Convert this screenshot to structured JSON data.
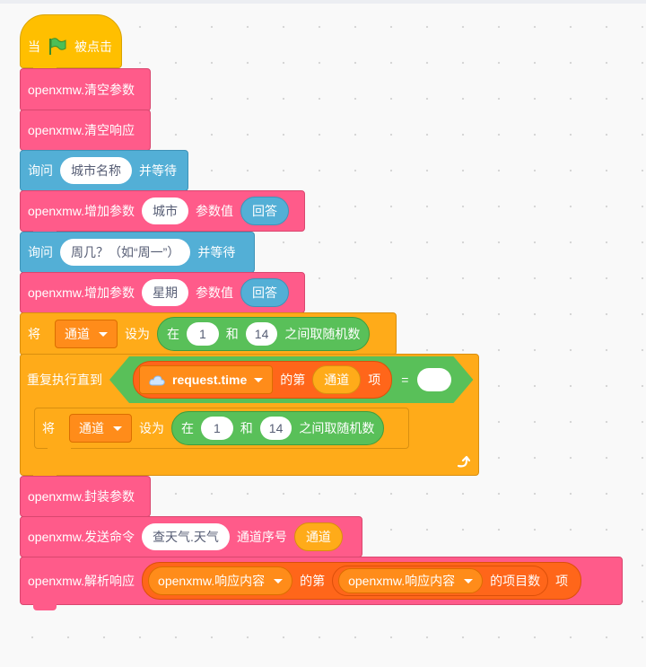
{
  "hat": {
    "label_when": "当",
    "label_clicked": "被点击"
  },
  "blocks": {
    "clear_params": "openxmw.清空参数",
    "clear_response": "openxmw.清空响应",
    "ask1": {
      "label": "询问",
      "input": "城市名称",
      "wait": "并等待"
    },
    "add_param1": {
      "label": "openxmw.增加参数",
      "key": "城市",
      "value_label": "参数值",
      "value": "回答"
    },
    "ask2": {
      "label": "询问",
      "input": "周几？（如“周一”）",
      "wait": "并等待"
    },
    "add_param2": {
      "label": "openxmw.增加参数",
      "key": "星期",
      "value_label": "参数值",
      "value": "回答"
    },
    "set1": {
      "label": "将",
      "var": "通道",
      "set_to": "设为",
      "rand_in": "在",
      "from": "1",
      "and": "和",
      "to": "14",
      "rand_suffix": "之间取随机数"
    },
    "repeat": {
      "label": "重复执行直到",
      "source": "request.time",
      "nth": "的第",
      "index": "通道",
      "item": "项",
      "equals": "="
    },
    "set2": {
      "label": "将",
      "var": "通道",
      "set_to": "设为",
      "rand_in": "在",
      "from": "1",
      "and": "和",
      "to": "14",
      "rand_suffix": "之间取随机数"
    },
    "pack_params": "openxmw.封装参数",
    "send": {
      "label": "openxmw.发送命令",
      "cmd": "查天气.天气",
      "channel_label": "通道序号",
      "channel": "通道"
    },
    "parse": {
      "label": "openxmw.解析响应",
      "source": "openxmw.响应内容",
      "nth": "的第",
      "source2": "openxmw.响应内容",
      "count": "的项目数",
      "item": "项"
    }
  }
}
